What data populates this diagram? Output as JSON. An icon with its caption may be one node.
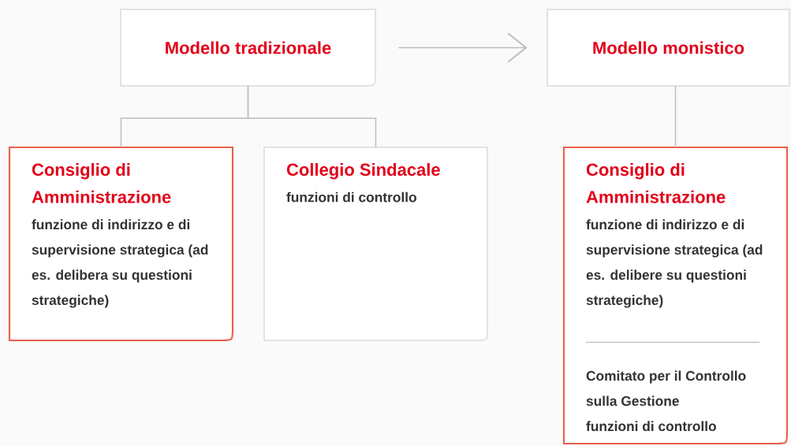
{
  "diagram": {
    "nodes": [
      {
        "text": [
          "Modello tradizionale"
        ]
      },
      {
        "text": [
          "Modello monistico"
        ]
      },
      {
        "text": [
          "Consiglio di Amministrazione",
          "funzione di indirizzo e di supervisione strategica (ad es. delibera su questioni strategiche)"
        ]
      },
      {
        "text": [
          "Collegio Sindacale",
          "funzioni di controllo"
        ]
      },
      {
        "text": [
          "Consiglio di Amministrazione",
          "funzione di indirizzo e di supervisione strategica (ad es. delibere su questioni strategiche)",
          "Comitato per il Controllo sulla Gestione",
          "funzioni di controllo"
        ]
      }
    ],
    "edges": [
      {
        "from": 0,
        "to": 1,
        "arrow": "to"
      },
      {
        "from": 0,
        "to": 2,
        "arrow": "none"
      },
      {
        "from": 0,
        "to": 3,
        "arrow": "none"
      },
      {
        "from": 1,
        "to": 4,
        "arrow": "none"
      }
    ]
  }
}
